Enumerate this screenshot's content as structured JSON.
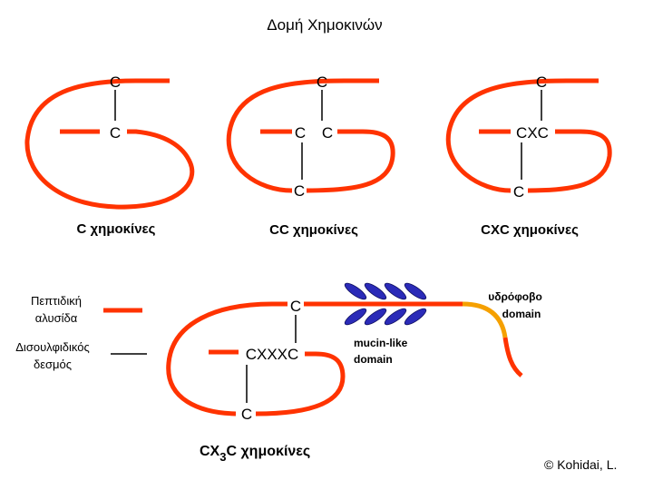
{
  "title": "Δομή Χημοκινών",
  "colors": {
    "peptide_chain": "#ff3300",
    "disulfide_bond": "#000000",
    "mucin_glycan": "#2b2bb8",
    "hydrophobic_domain": "#f5a000",
    "background": "#ffffff"
  },
  "groups": {
    "c": {
      "label": "C χημοκίνες",
      "top_residue": "C",
      "bottom_residue": "C"
    },
    "cc": {
      "label": "CC χημοκίνες",
      "top_residue": "C",
      "middle_left_residue": "C",
      "middle_right_residue": "C",
      "bottom_residue": "C"
    },
    "cxc": {
      "label": "CXC χημοκίνες",
      "top_residue": "C",
      "motif": "CXC",
      "bottom_residue": "C"
    },
    "cx3c": {
      "label_prefix": "CX",
      "label_subscript": "3",
      "label_suffix": "C χημοκίνες",
      "top_residue": "C",
      "motif": "CXXXC",
      "bottom_residue": "C"
    }
  },
  "legend": {
    "peptide_chain_line1": "Πεπτιδική",
    "peptide_chain_line2": "αλυσίδα",
    "disulfide_line1": "Δισουλφιδικός",
    "disulfide_line2": "δεσμός"
  },
  "domains": {
    "mucin_line1": "mucin-like",
    "mucin_line2": "domain",
    "hydrophobic_line1": "υδρόφοβο",
    "hydrophobic_line2": "domain"
  },
  "credit": "© Kohidai, L."
}
